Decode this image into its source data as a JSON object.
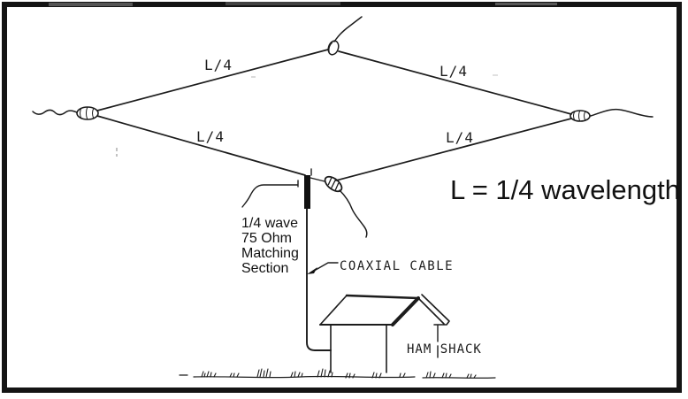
{
  "figure": {
    "background": "#ffffff",
    "ink_color": "#1c1c1c",
    "wire_labels": {
      "upper_left": "L/4",
      "upper_right": "L/4",
      "lower_left": "L/4",
      "lower_right": "L/4"
    },
    "legend": "L = 1/4 wavelength",
    "matching_section_label": {
      "line1": "1/4 wave",
      "line2": "75 Ohm",
      "line3": "Matching",
      "line4": "Section"
    },
    "coax_label": "COAXIAL CABLE",
    "building_label": "HAM SHACK"
  }
}
